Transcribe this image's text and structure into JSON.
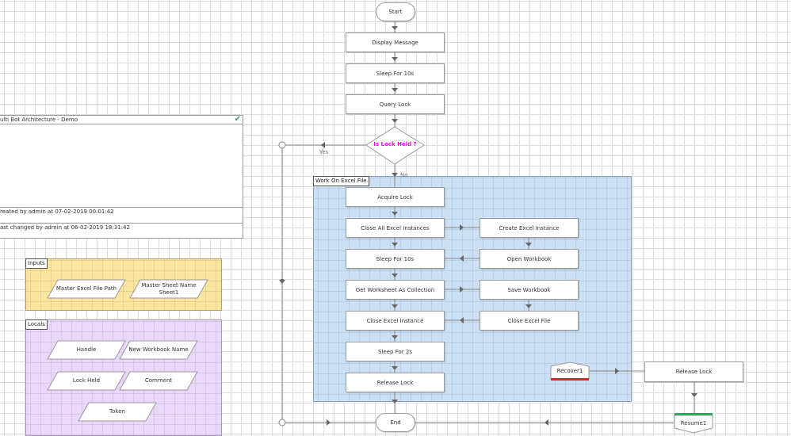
{
  "info_panel": {
    "title": "ulti Bot Architecture - Demo",
    "status_icon": "check-icon",
    "status_color": "#3a9a5a",
    "created": "reated by admin at 07-02-2019 00:01:42",
    "changed": "ast changed by admin at 06-02-2019 18:31:42"
  },
  "inputs": {
    "label": "Inputs",
    "color": "#fbe59e",
    "items": [
      {
        "line1": "Master Excel File Path",
        "line2": ""
      },
      {
        "line1": "Master Sheet Name",
        "line2": "Sheet1"
      }
    ]
  },
  "locals": {
    "label": "Locals",
    "color": "#ead7fb",
    "items": [
      "Handle",
      "New Workbook Name",
      "Lock Held",
      "Comment",
      "Token"
    ]
  },
  "flow": {
    "start": "Start",
    "display_message": "Display Message",
    "sleep_10s": "Sleep For 10s",
    "query_lock": "Query Lock",
    "decision": "Is Lock Held ?",
    "decision_color": "#ff00ff",
    "yes_label": "Yes",
    "no_label": "No",
    "end": "End"
  },
  "block": {
    "label": "Work On Excel File",
    "color": "#cce0f5",
    "left_column": [
      "Acquire Lock",
      "Close All Excel Instances",
      "Sleep For 10s",
      "Get Worksheet As Collection",
      "Close Excel Instance",
      "Sleep For 2s",
      "Release Lock"
    ],
    "right_column": [
      "Create Excel Instance",
      "Open Workbook",
      "Save Workbook",
      "Close Excel File"
    ]
  },
  "recovery": {
    "recover": "Recover1",
    "recover_color": "#e02020",
    "release_lock": "Release Lock",
    "resume": "Resume1",
    "resume_color": "#22aa55"
  }
}
